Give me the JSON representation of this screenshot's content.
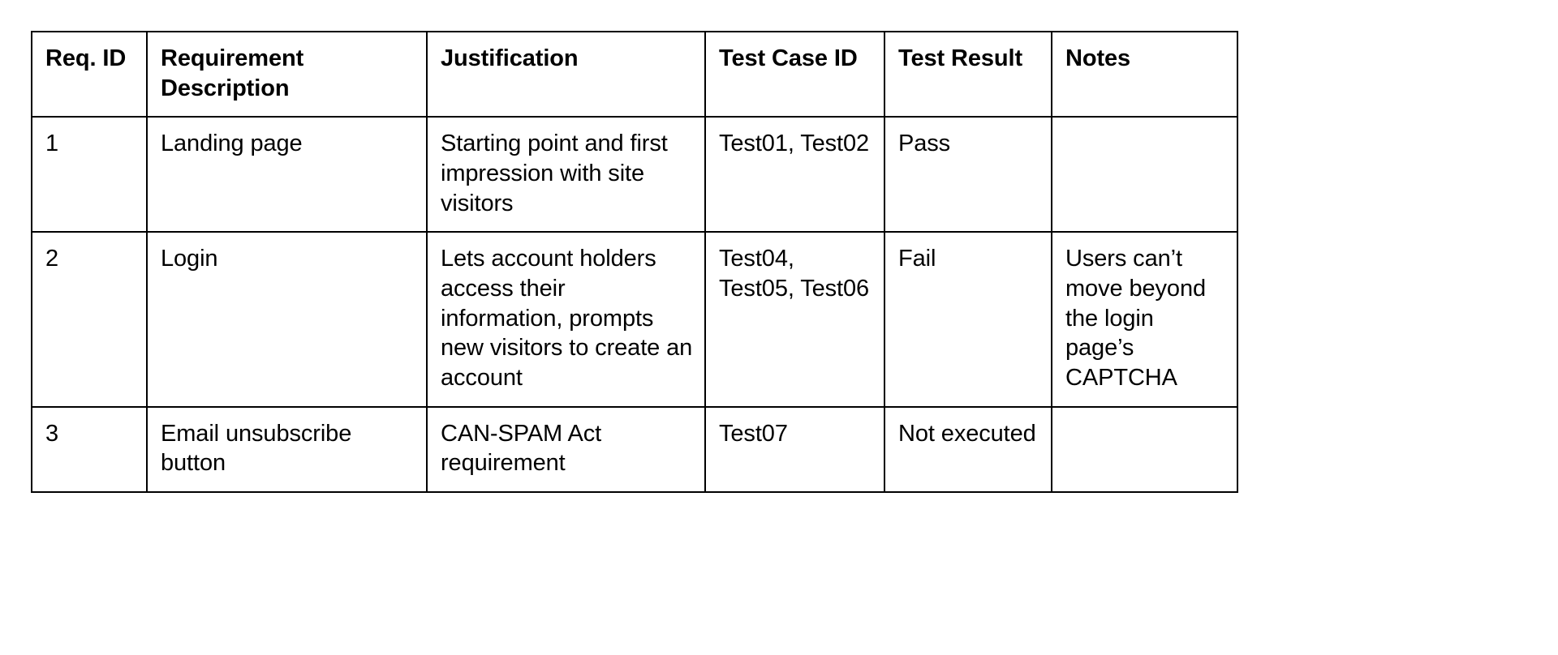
{
  "document": {
    "type": "requirements-traceability-table",
    "background_color": "#ffffff",
    "text_color": "#000000",
    "border_color": "#000000"
  },
  "table": {
    "columns": [
      {
        "key": "req_id",
        "label": "Req. ID"
      },
      {
        "key": "description",
        "label": "Requirement Description"
      },
      {
        "key": "justification",
        "label": "Justification"
      },
      {
        "key": "test_case_id",
        "label": "Test Case ID"
      },
      {
        "key": "test_result",
        "label": "Test Result"
      },
      {
        "key": "notes",
        "label": "Notes"
      }
    ],
    "rows": [
      {
        "req_id": "1",
        "description": "Landing page",
        "justification": "Starting point and first impression with site visitors",
        "test_case_id": "Test01, Test02",
        "test_result": "Pass",
        "notes": ""
      },
      {
        "req_id": "2",
        "description": "Login",
        "justification": "Lets account holders access their information, prompts new visitors to create an account",
        "test_case_id": "Test04, Test05, Test06",
        "test_result": "Fail",
        "notes": "Users can’t move beyond the login page’s CAPTCHA"
      },
      {
        "req_id": "3",
        "description": "Email unsubscribe button",
        "justification": "CAN-SPAM Act requirement",
        "test_case_id": "Test07",
        "test_result": "Not executed",
        "notes": ""
      }
    ]
  }
}
